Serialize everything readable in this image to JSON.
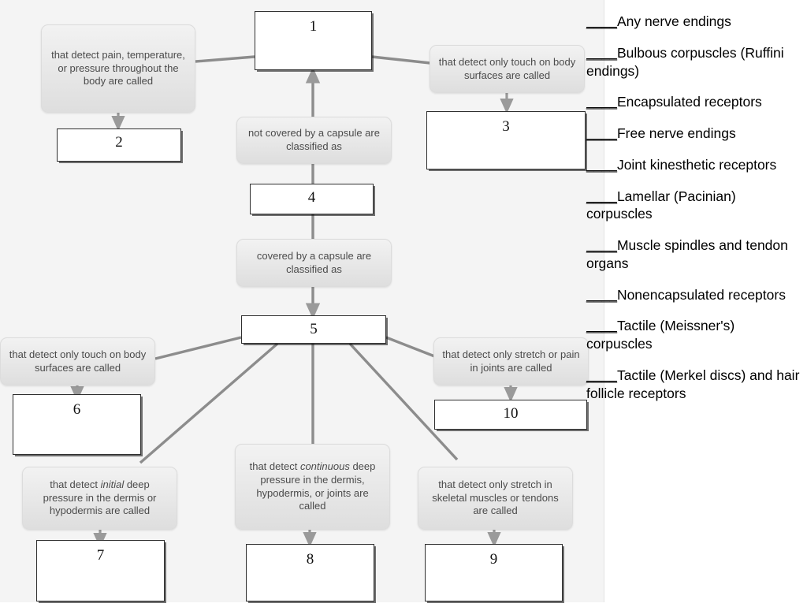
{
  "diagram": {
    "type": "concept-map",
    "title": "Sensory receptor classification concept map",
    "nodes": [
      {
        "id": "n1",
        "kind": "answer",
        "label": "1"
      },
      {
        "id": "n2",
        "kind": "answer",
        "label": "2"
      },
      {
        "id": "n3",
        "kind": "answer",
        "label": "3"
      },
      {
        "id": "n4",
        "kind": "answer",
        "label": "4"
      },
      {
        "id": "n5",
        "kind": "answer",
        "label": "5"
      },
      {
        "id": "n6",
        "kind": "answer",
        "label": "6"
      },
      {
        "id": "n7",
        "kind": "answer",
        "label": "7"
      },
      {
        "id": "n8",
        "kind": "answer",
        "label": "8"
      },
      {
        "id": "n9",
        "kind": "answer",
        "label": "9"
      },
      {
        "id": "n10",
        "kind": "answer",
        "label": "10"
      }
    ],
    "prompts": {
      "p_pain": "that detect pain, temperature, or pressure throughout the body are called",
      "p_not_capsule": "not covered by a capsule are classified as",
      "p_touch_top": "that detect only touch on body surfaces are called",
      "p_capsule": "covered by a capsule are classified as",
      "p_touch_left": "that detect only touch on body surfaces are called",
      "p_initial_a": "that detect ",
      "p_initial_em": "initial",
      "p_initial_b": " deep pressure in the dermis or hypodermis are called",
      "p_continuous_a": "that detect ",
      "p_continuous_em": "continuous",
      "p_continuous_b": " deep pressure in the dermis, hypodermis, or joints are called",
      "p_stretch_joints": "that detect only stretch or pain in joints are called",
      "p_stretch_muscle": "that detect only stretch in skeletal muscles or tendons are called"
    }
  },
  "wordlist": {
    "blank": "____",
    "items": [
      "Any nerve endings",
      "Bulbous corpuscles (Ruffini endings)",
      "Encapsulated receptors",
      "Free nerve endings",
      "Joint kinesthetic receptors",
      "Lamellar (Pacinian) corpuscles",
      "Muscle spindles and tendon organs",
      "Nonencapsulated receptors",
      "Tactile (Meissner's) corpuscles",
      "Tactile (Merkel discs) and hair follicle receptors"
    ]
  },
  "colors": {
    "panel_bg": "#f4f4f4",
    "box_border": "#2f2f2f",
    "prompt_text": "#4b4b4b",
    "connector": "#8c8c8c"
  }
}
